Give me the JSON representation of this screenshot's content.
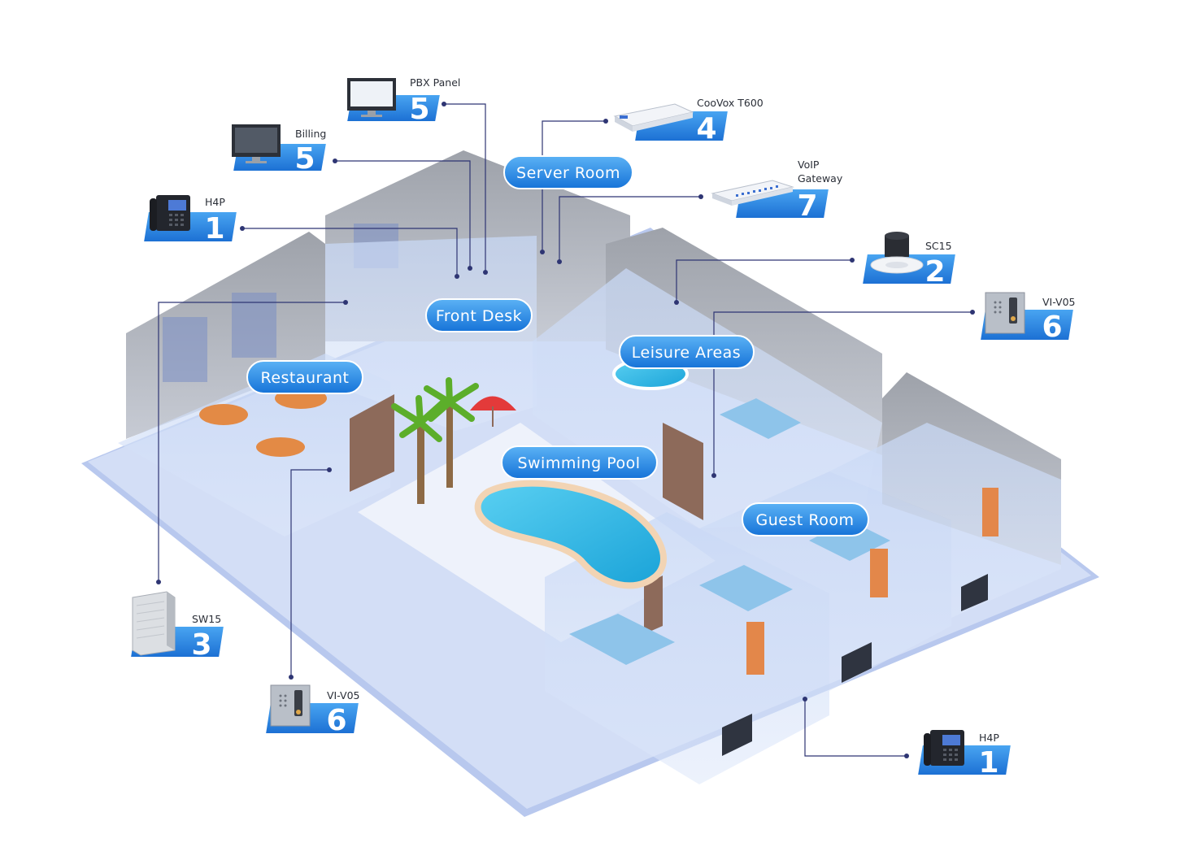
{
  "areas": {
    "server_room": "Server Room",
    "front_desk": "Front Desk",
    "leisure_areas": "Leisure Areas",
    "restaurant": "Restaurant",
    "swimming_pool": "Swimming Pool",
    "guest_room": "Guest Room"
  },
  "devices": {
    "pbx_panel": {
      "name": "PBX Panel",
      "number": "5"
    },
    "billing": {
      "name": "Billing",
      "number": "5"
    },
    "coovox": {
      "name": "CooVox T600",
      "number": "4"
    },
    "voip_gateway": {
      "name_line1": "VoIP",
      "name_line2": "Gateway",
      "number": "7"
    },
    "h4p_top": {
      "name": "H4P",
      "number": "1"
    },
    "sc15": {
      "name": "SC15",
      "number": "2"
    },
    "vi_v05_right": {
      "name": "VI-V05",
      "number": "6"
    },
    "sw15": {
      "name": "SW15",
      "number": "3"
    },
    "vi_v05_left": {
      "name": "VI-V05",
      "number": "6"
    },
    "h4p_bottom": {
      "name": "H4P",
      "number": "1"
    }
  },
  "colors": {
    "accent": "#1e88e5",
    "connector": "#2e3573",
    "floor": "#c9d5f2",
    "wall": "#a9adb5"
  }
}
